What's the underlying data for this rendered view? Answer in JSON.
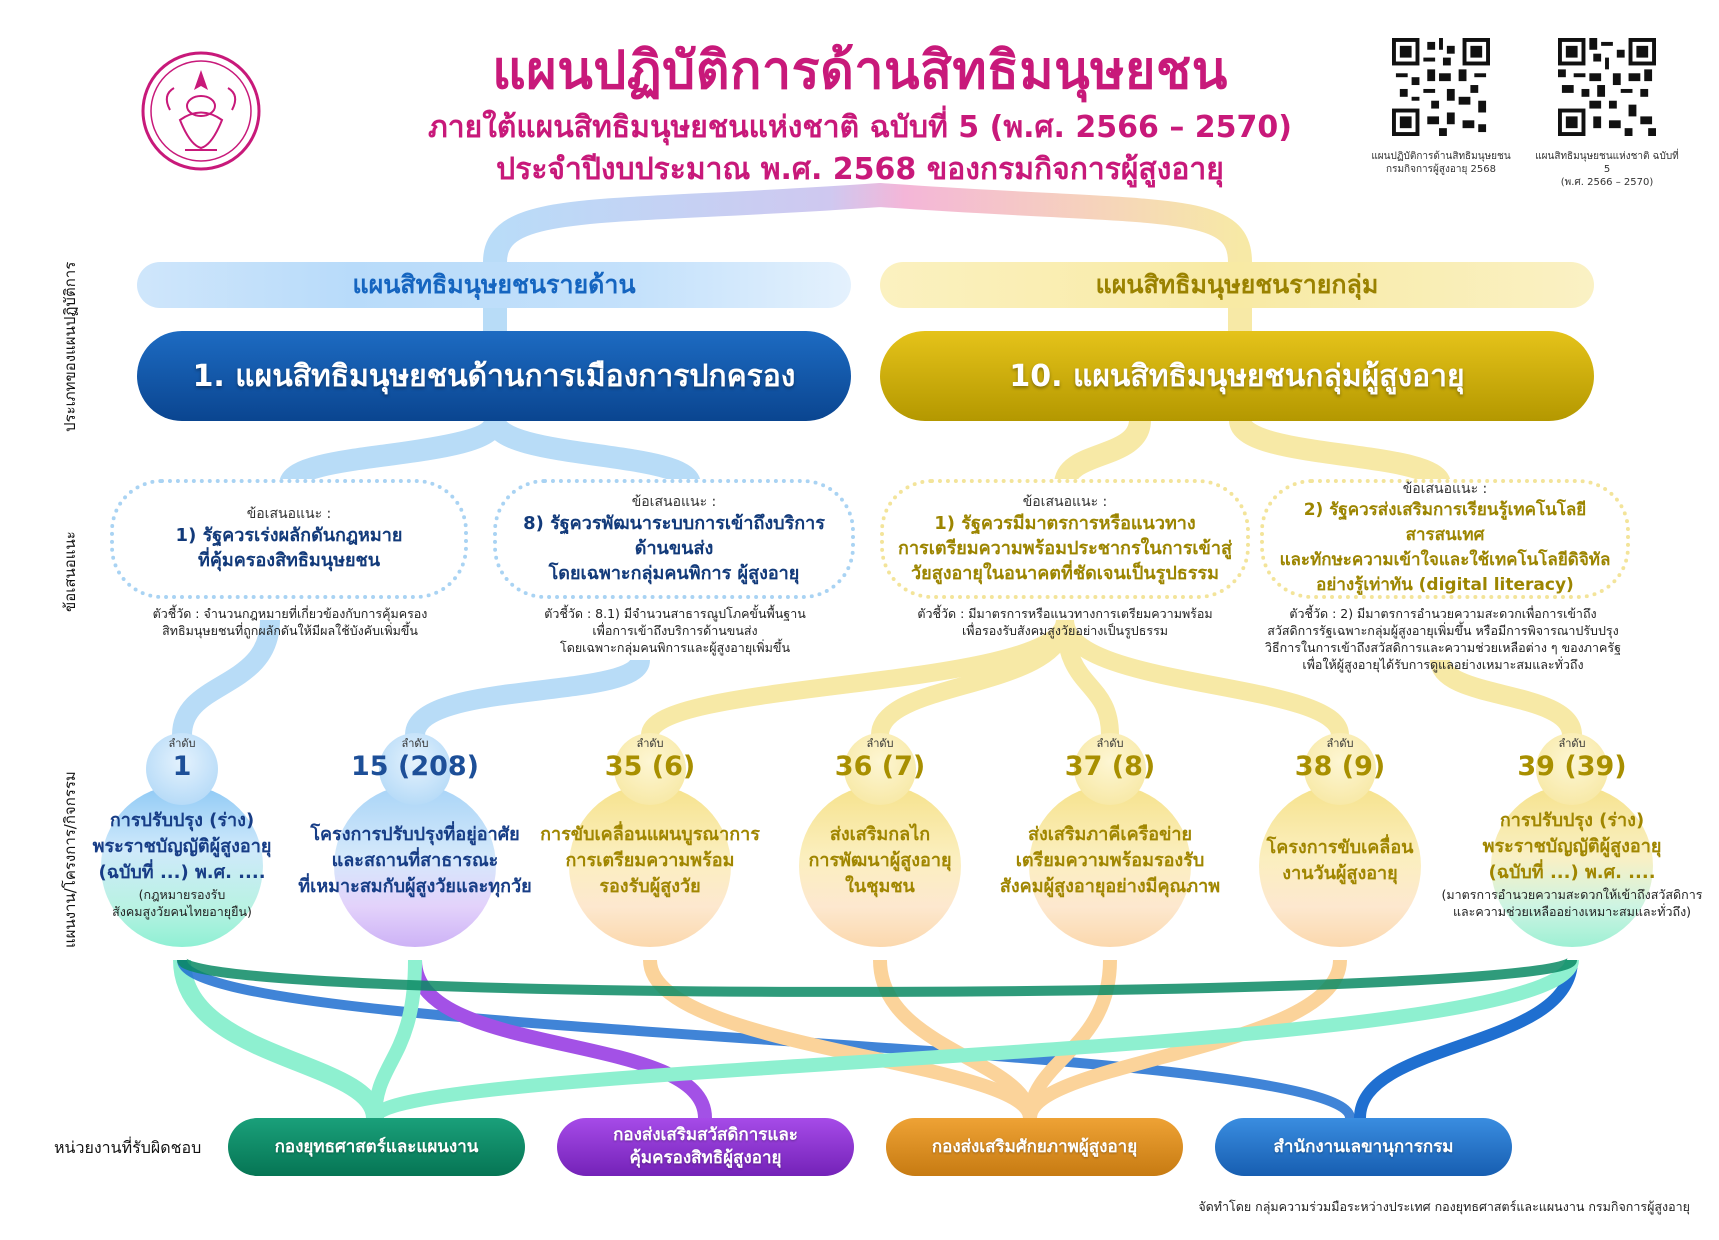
{
  "header": {
    "title": "แผนปฏิบัติการด้านสิทธิมนุษยชน",
    "subtitle1": "ภายใต้แผนสิทธิมนุษยชนแห่งชาติ ฉบับที่ 5 (พ.ศ. 2566 – 2570)",
    "subtitle2": "ประจำปีงบประมาณ พ.ศ. 2568 ของกรมกิจการผู้สูงอายุ",
    "qr_codes": [
      {
        "caption1": "แผนปฏิบัติการด้านสิทธิมนุษยชน",
        "caption2": "กรมกิจการผู้สูงอายุ 2568"
      },
      {
        "caption1": "แผนสิทธิมนุษยชนแห่งชาติ ฉบับที่ 5",
        "caption2": "(พ.ศ. 2566 – 2570)"
      }
    ]
  },
  "row_labels": {
    "plan_type": "ประเภทของแผนปฏิบัติการ",
    "recommendation": "ข้อเสนอแนะ",
    "projects": "แผนงาน/โครงการ/กิจกรรม",
    "agencies": "หน่วยงานที่รับผิดชอบ"
  },
  "categories": {
    "left": "แผนสิทธิมนุษยชนรายด้าน",
    "right": "แผนสิทธิมนุษยชนรายกลุ่ม"
  },
  "plans": {
    "left": "1. แผนสิทธิมนุษยชนด้านการเมืองการปกครอง",
    "right": "10. แผนสิทธิมนุษยชนกลุ่มผู้สูงอายุ"
  },
  "recommendations": [
    {
      "label": "ข้อเสนอแนะ :",
      "lines": [
        "1) รัฐควรเร่งผลักดันกฎหมาย",
        "ที่คุ้มครองสิทธิมนุษยชน"
      ],
      "indicator": [
        "ตัวชี้วัด : จำนวนกฎหมายที่เกี่ยวข้องกับการคุ้มครอง",
        "สิทธิมนุษยชนที่ถูกผลักดันให้มีผลใช้บังคับเพิ่มขึ้น"
      ]
    },
    {
      "label": "ข้อเสนอแนะ :",
      "lines": [
        "8) รัฐควรพัฒนาระบบการเข้าถึงบริการด้านขนส่ง",
        "โดยเฉพาะกลุ่มคนพิการ ผู้สูงอายุ"
      ],
      "indicator": [
        "ตัวชี้วัด : 8.1) มีจำนวนสาธารณูปโภคขั้นพื้นฐาน",
        "เพื่อการเข้าถึงบริการด้านขนส่ง",
        "โดยเฉพาะกลุ่มคนพิการและผู้สูงอายุเพิ่มขึ้น"
      ]
    },
    {
      "label": "ข้อเสนอแนะ :",
      "lines": [
        "1) รัฐควรมีมาตรการหรือแนวทาง",
        "การเตรียมความพร้อมประชากรในการเข้าสู่",
        "วัยสูงอายุในอนาคตที่ชัดเจนเป็นรูปธรรม"
      ],
      "indicator": [
        "ตัวชี้วัด : มีมาตรการหรือแนวทางการเตรียมความพร้อม",
        "เพื่อรองรับสังคมสูงวัยอย่างเป็นรูปธรรม"
      ]
    },
    {
      "label": "ข้อเสนอแนะ :",
      "lines": [
        "2) รัฐควรส่งเสริมการเรียนรู้เทคโนโลยีสารสนเทศ",
        "และทักษะความเข้าใจและใช้เทคโนโลยีดิจิทัล",
        "อย่างรู้เท่าทัน (digital literacy)"
      ],
      "indicator": [
        "ตัวชี้วัด : 2) มีมาตรการอำนวยความสะดวกเพื่อการเข้าถึง",
        "สวัสดิการรัฐเฉพาะกลุ่มผู้สูงอายุเพิ่มขึ้น หรือมีการพิจารณาปรับปรุง",
        "วิธีการในการเข้าถึงสวัสดิการและความช่วยเหลือต่าง ๆ ของภาครัฐ",
        "เพื่อให้ผู้สูงอายุได้รับการดูแลอย่างเหมาะสมและทั่วถึง"
      ]
    }
  ],
  "rank_caption": "ลำดับ",
  "projects": [
    {
      "rank": "1",
      "title": [
        "การปรับปรุง (ร่าง)",
        "พระราชบัญญัติผู้สูงอายุ",
        "(ฉบับที่ ...) พ.ศ. ...."
      ],
      "note": [
        "(กฎหมายรองรับ",
        "สังคมสูงวัยคนไทยอายุยืน)"
      ]
    },
    {
      "rank": "15 (208)",
      "title": [
        "โครงการปรับปรุงที่อยู่อาศัย",
        "และสถานที่สาธารณะ",
        "ที่เหมาะสมกับผู้สูงวัยและทุกวัย"
      ],
      "note": []
    },
    {
      "rank": "35 (6)",
      "title": [
        "การขับเคลื่อนแผนบูรณาการ",
        "การเตรียมความพร้อม",
        "รองรับผู้สูงวัย"
      ],
      "note": []
    },
    {
      "rank": "36 (7)",
      "title": [
        "ส่งเสริมกลไก",
        "การพัฒนาผู้สูงอายุ",
        "ในชุมชน"
      ],
      "note": []
    },
    {
      "rank": "37 (8)",
      "title": [
        "ส่งเสริมภาคีเครือข่าย",
        "เตรียมความพร้อมรองรับ",
        "สังคมผู้สูงอายุอย่างมีคุณภาพ"
      ],
      "note": []
    },
    {
      "rank": "38 (9)",
      "title": [
        "โครงการขับเคลื่อน",
        "งานวันผู้สูงอายุ"
      ],
      "note": []
    },
    {
      "rank": "39 (39)",
      "title": [
        "การปรับปรุง (ร่าง)",
        "พระราชบัญญัติผู้สูงอายุ",
        "(ฉบับที่ ...) พ.ศ. ...."
      ],
      "note": [
        "(มาตรการอำนวยความสะดวกให้เข้าถึงสวัสดิการ",
        "และความช่วยเหลืออย่างเหมาะสมและทั่วถึง)"
      ]
    }
  ],
  "agencies": [
    {
      "lines": [
        "กองยุทธศาสตร์และแผนงาน"
      ],
      "color": "#0a8a64"
    },
    {
      "lines": [
        "กองส่งเสริมสวัสดิการและ",
        "คุ้มครองสิทธิผู้สูงอายุ"
      ],
      "color": "#8a33cf"
    },
    {
      "lines": [
        "กองส่งเสริมศักยภาพผู้สูงอายุ"
      ],
      "color": "#dd8f22"
    },
    {
      "lines": [
        "สำนักงานเลขานุการกรม"
      ],
      "color": "#2473c9"
    }
  ],
  "credit": "จัดทำโดย กลุ่มความร่วมมือระหว่างประเทศ กองยุทธศาสตร์และแผนงาน กรมกิจการผู้สูงอายุ",
  "colors": {
    "title": "#c8197a",
    "blue_flow": "#b8dcf7",
    "yellow_flow": "#f7e9a6",
    "pink_flow": "#f4b6d8"
  }
}
